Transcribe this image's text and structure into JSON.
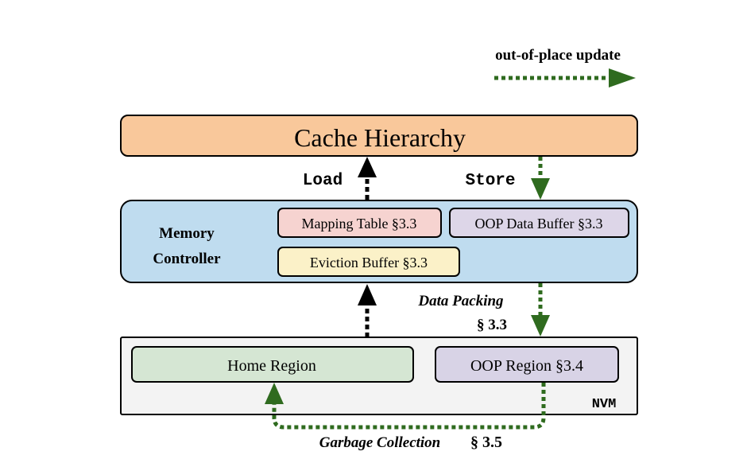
{
  "legend": {
    "label": "out-of-place update"
  },
  "cache": {
    "title": "Cache Hierarchy"
  },
  "memory_controller": {
    "label_line1": "Memory",
    "label_line2": "Controller",
    "mapping_table": "Mapping Table §3.3",
    "oop_data_buffer": "OOP Data Buffer §3.3",
    "eviction_buffer": "Eviction Buffer §3.3"
  },
  "flows": {
    "load": "Load",
    "store": "Store",
    "data_packing": "Data Packing",
    "data_packing_ref": "§ 3.3",
    "garbage_collection": "Garbage Collection",
    "garbage_collection_ref": "§ 3.5"
  },
  "nvm": {
    "label": "NVM",
    "home_region": "Home Region",
    "oop_region": "OOP Region §3.4"
  },
  "colors": {
    "cache_fill": "#f9c89b",
    "controller_fill": "#bfdcef",
    "mapping_fill": "#f6d3d0",
    "oop_buffer_fill": "#ddd6e8",
    "eviction_fill": "#fbf1c8",
    "nvm_fill": "#f3f3f3",
    "home_fill": "#d5e6d3",
    "oop_region_fill": "#d8d3e6",
    "green_arrow": "#2f6b1f",
    "black_arrow": "#000000"
  }
}
